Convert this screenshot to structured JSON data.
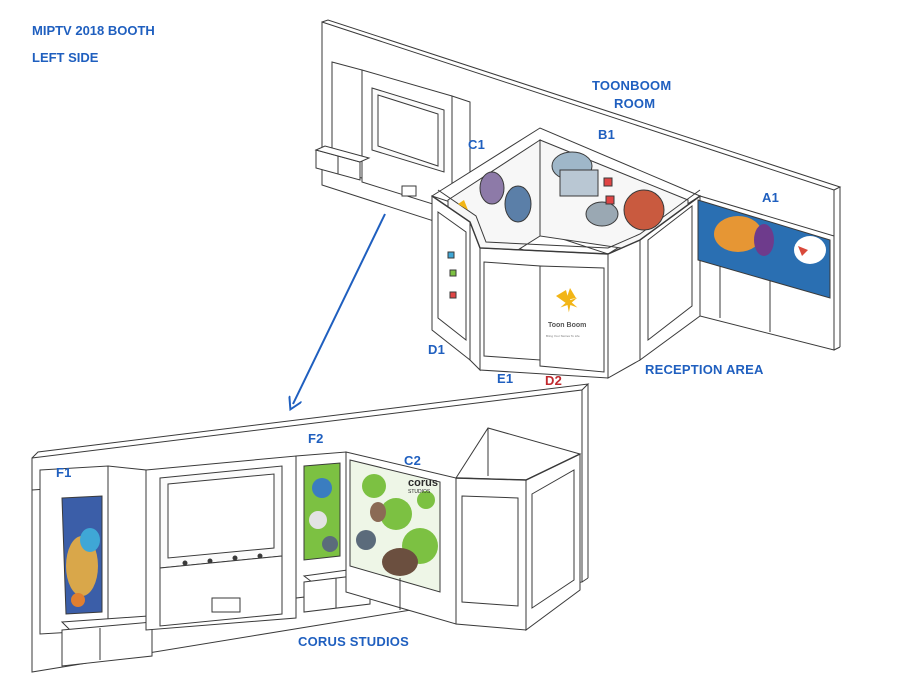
{
  "title": {
    "line1": "MIPTV 2018 BOOTH",
    "line2": "LEFT SIDE"
  },
  "labels": {
    "toonboom_room_1": "TOONBOOM",
    "toonboom_room_2": "ROOM",
    "a1": "A1",
    "b1": "B1",
    "c1": "C1",
    "c2": "C2",
    "d1": "D1",
    "d2": "D2",
    "e1": "E1",
    "f1": "F1",
    "f2": "F2",
    "reception_area": "RECEPTION AREA",
    "corus_studios": "CORUS STUDIOS"
  },
  "signage": {
    "toon_boom_logo": "Toon Boom",
    "toon_boom_tagline": "Bring Your Stories To Life",
    "corus_logo": "corus",
    "corus_sub": "STUDIOS"
  },
  "colors": {
    "label_blue": "#1f5fbf",
    "label_red": "#c0282d",
    "arrow_blue": "#1f5fbf",
    "line": "#3a3a3a",
    "toonboom_yellow": "#f2b516",
    "corus_green": "#7cc142"
  }
}
